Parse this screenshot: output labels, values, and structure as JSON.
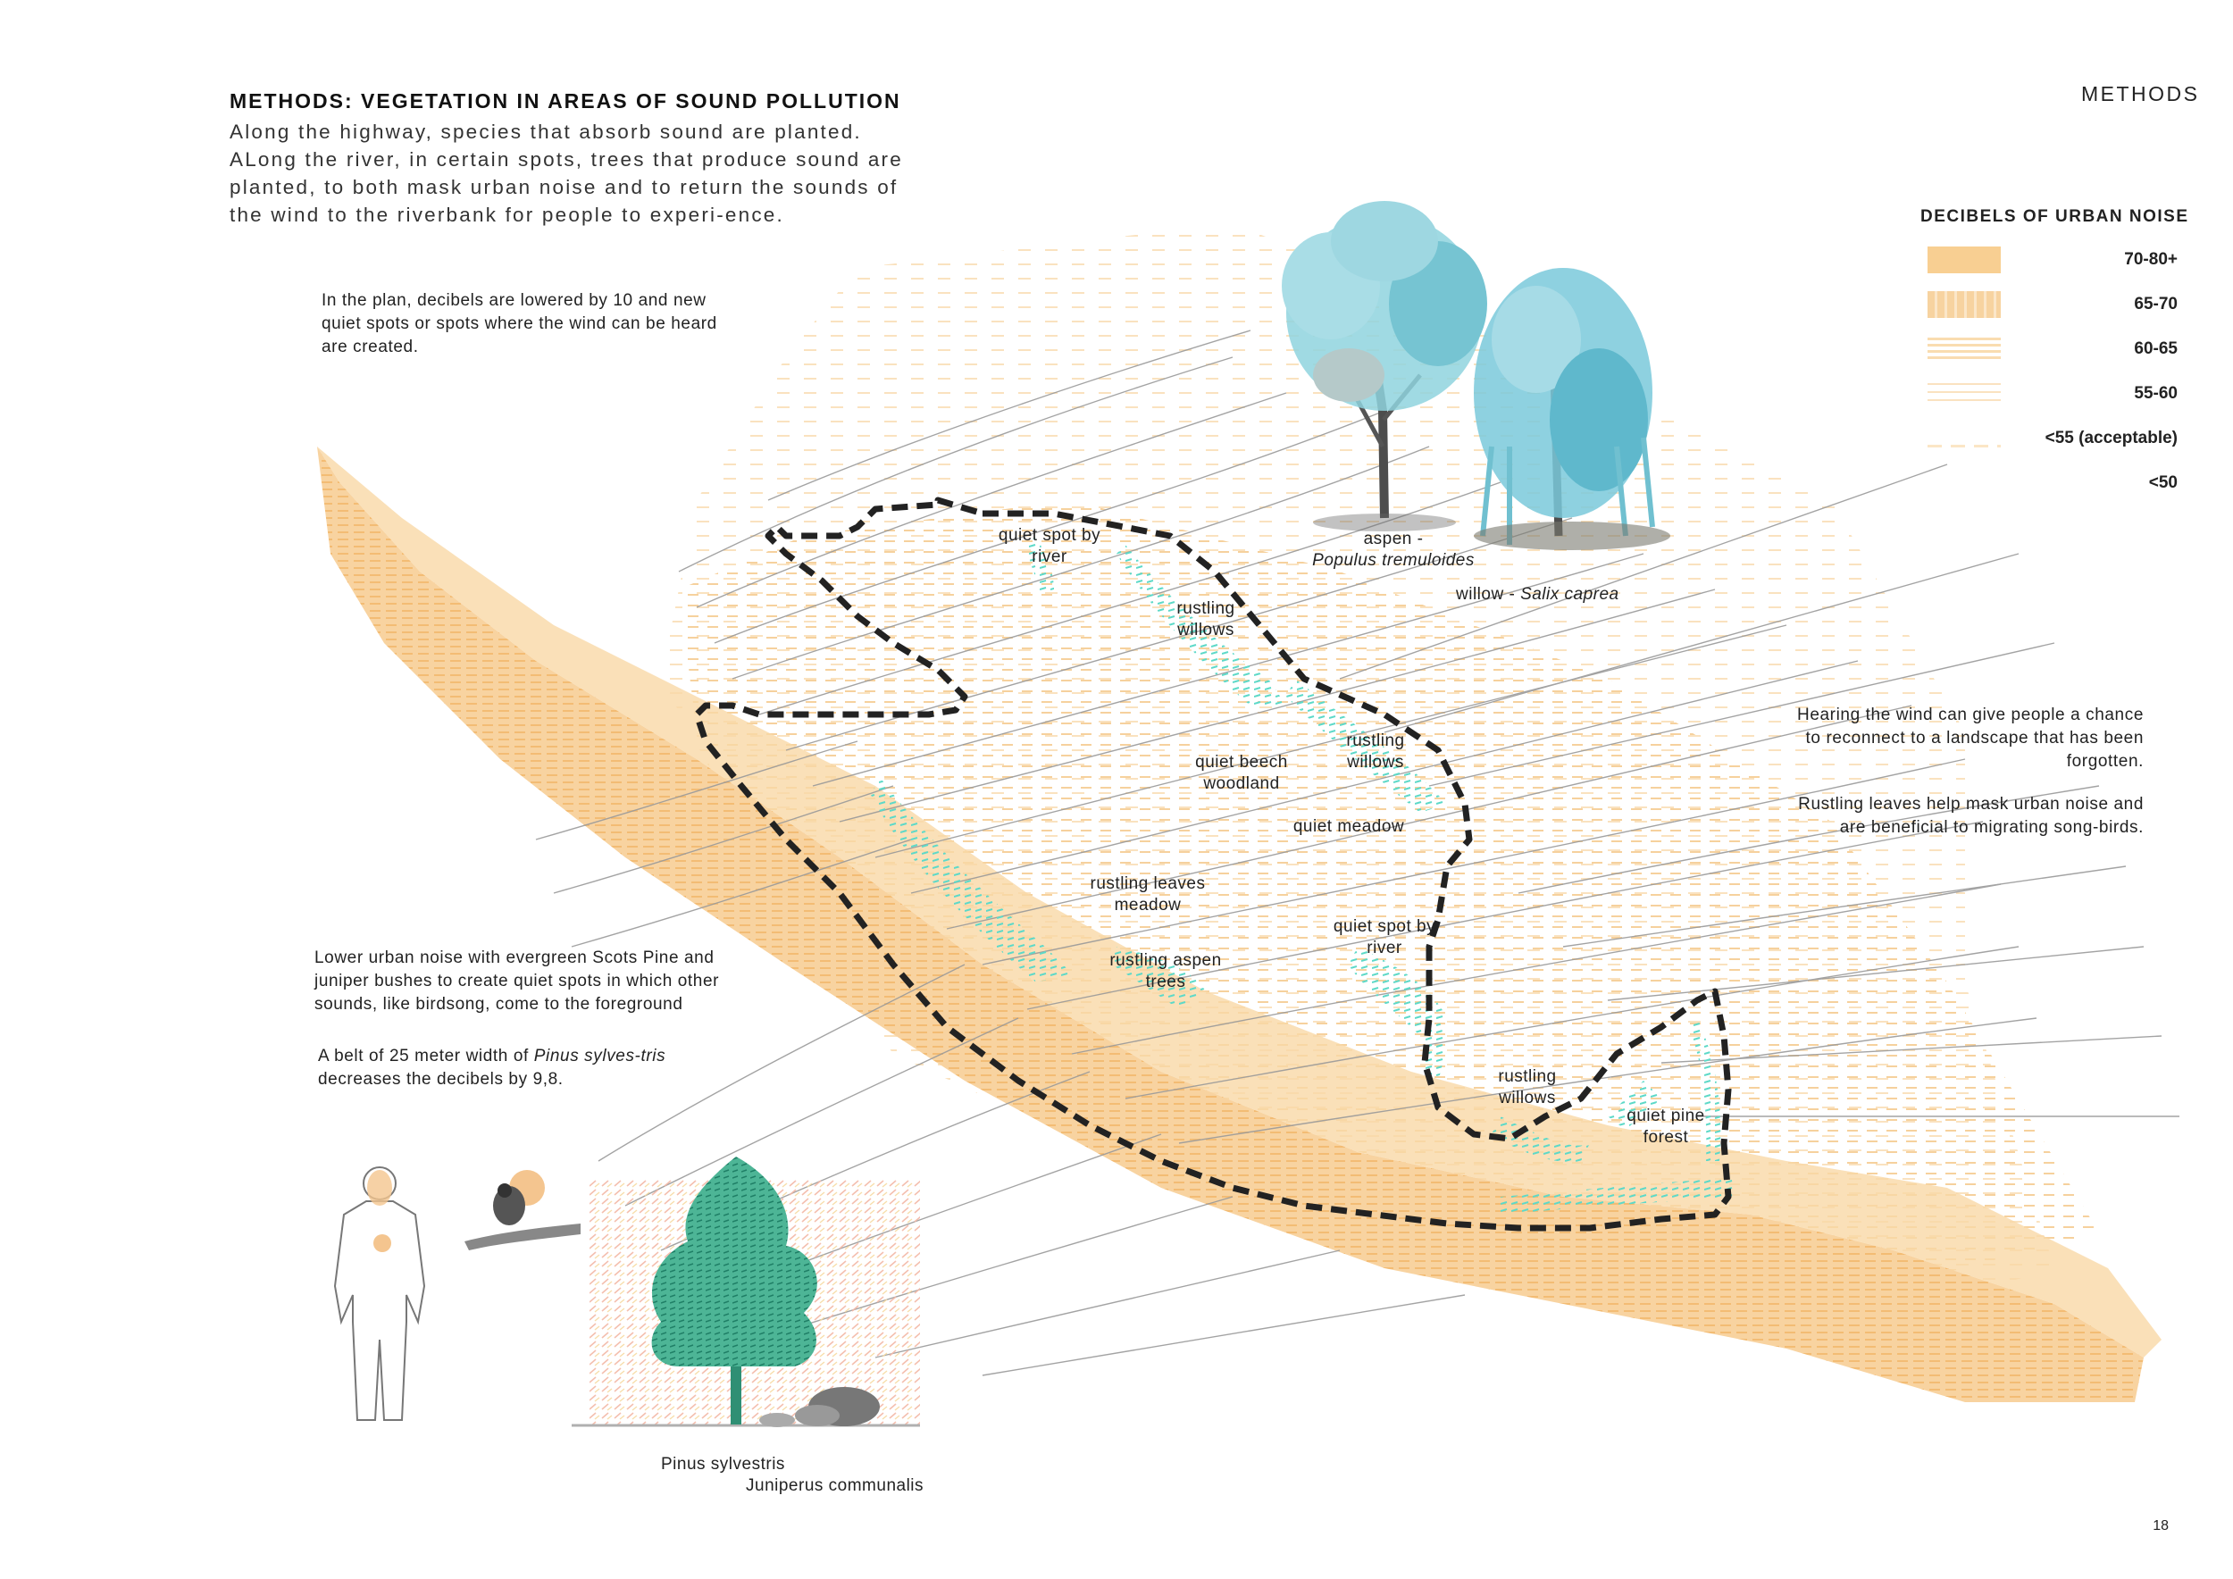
{
  "page": {
    "heading": "METHODS: VEGETATION IN AREAS OF SOUND POLLUTION",
    "intro": "Along the highway, species that absorb sound are planted. ALong the river, in certain spots, trees that produce sound are planted, to both mask urban noise and to return the sounds of the wind to the riverbank for people to experi-ence.",
    "section_label": "METHODS",
    "page_number": "18"
  },
  "notes": {
    "plan_note": "In the plan, decibels are lowered by 10 and new quiet spots or spots where the wind can be heard are created.",
    "wind_note": "Hearing the wind can give people a chance to reconnect to a landscape that has been forgotten.",
    "leaves_note": "Rustling  leaves help mask urban noise and are beneficial to migrating song-birds.",
    "pine_note": "Lower urban noise with evergreen Scots Pine and juniper bushes to create quiet spots in which other sounds, like birdsong, come to the foreground",
    "belt_note_a": "A belt of 25 meter width of ",
    "belt_note_species": "Pinus sylves-tris",
    "belt_note_b": " decreases the decibels by 9,8."
  },
  "legend": {
    "title": "DECIBELS OF URBAN NOISE",
    "items": [
      {
        "label": "70-80+",
        "color": "#f8cf92"
      },
      {
        "label": "65-70",
        "color": "#f9d9a8"
      },
      {
        "label": "60-65",
        "color": "#fbe3c0"
      },
      {
        "label": "55-60",
        "color": "#fcead0"
      },
      {
        "label": "<55 (acceptable)",
        "color": "#fdf0de"
      },
      {
        "label": "<50",
        "color": "#ffffff"
      }
    ]
  },
  "species": {
    "aspen_common": "aspen -",
    "aspen_latin": "Populus tremuloides",
    "willow_common": "willow - ",
    "willow_latin": "Salix caprea",
    "pine_latin": "Pinus sylvestris",
    "juniper_latin": "Juniperus communalis"
  },
  "map_labels": {
    "quiet_spot_river_1": "quiet spot by river",
    "rustling_willows_1": "rustling willows",
    "quiet_beech_woodland": "quiet beech woodland",
    "rustling_willows_2": "rustling willows",
    "quiet_meadow": "quiet meadow",
    "rustling_leaves_meadow": "rustling leaves meadow",
    "quiet_spot_river_2": "quiet spot by river",
    "rustling_aspen_trees": "rustling aspen trees",
    "rustling_willows_3": "rustling willows",
    "quiet_pine_forest": "quiet pine forest"
  },
  "colors": {
    "noise_high": "#f7c98a",
    "noise_mid": "#fbdcb0",
    "vegetation": "#6fe0d0",
    "tree_foliage": "#8fd4de",
    "pine_foliage": "#3aa58a",
    "boundary": "#222222"
  }
}
